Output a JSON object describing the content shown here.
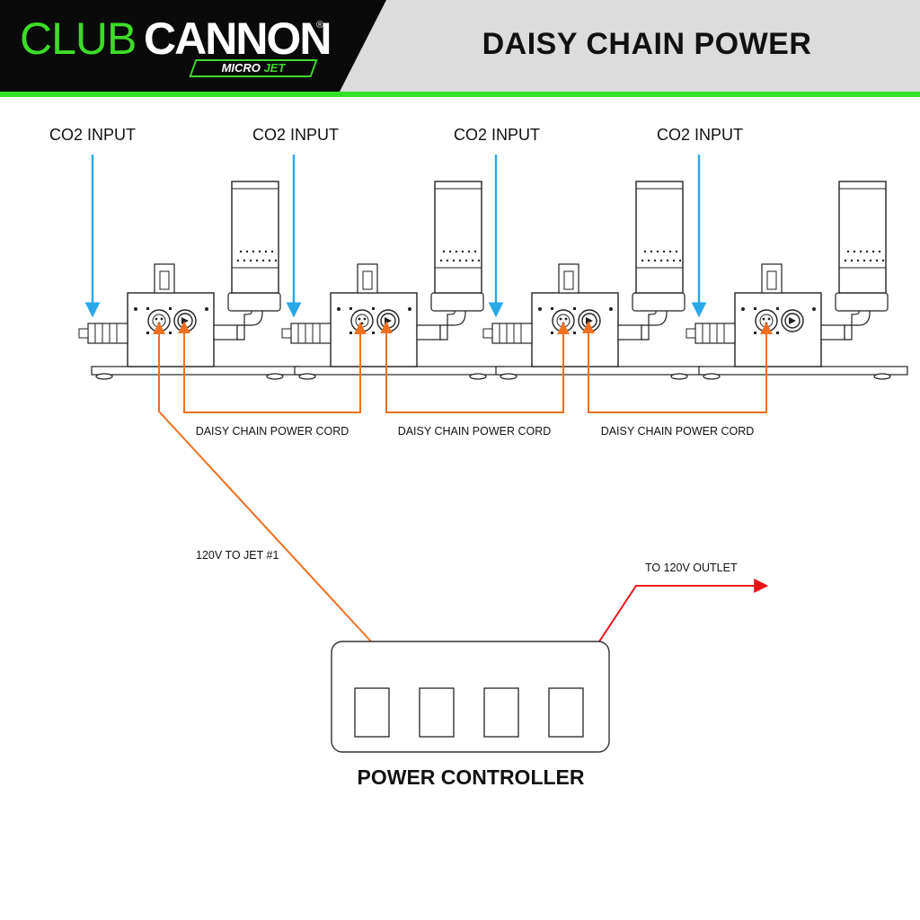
{
  "header": {
    "logo": {
      "club": "CLUB",
      "cannon": "CANNON",
      "registered": "®",
      "tag_micro": "MICRO",
      "tag_jet": "JET"
    },
    "title": "DAISY CHAIN POWER"
  },
  "diagram": {
    "co2_labels": [
      "CO2 INPUT",
      "CO2 INPUT",
      "CO2 INPUT",
      "CO2 INPUT"
    ],
    "daisy_chain_labels": [
      "DAISY CHAIN POWER CORD",
      "DAISY CHAIN POWER CORD",
      "DAISY CHAIN POWER CORD"
    ],
    "jet1_label": "120V TO JET #1",
    "outlet_label": "TO 120V OUTLET",
    "controller_label": "POWER CONTROLLER"
  },
  "colors": {
    "brand_green": "#3ddc28",
    "co2_arrow": "#29a8e8",
    "power_cord": "#f07020",
    "outlet_line": "#e8141a",
    "header_black": "#0a0a0a",
    "header_grey": "#dcdcdc"
  }
}
